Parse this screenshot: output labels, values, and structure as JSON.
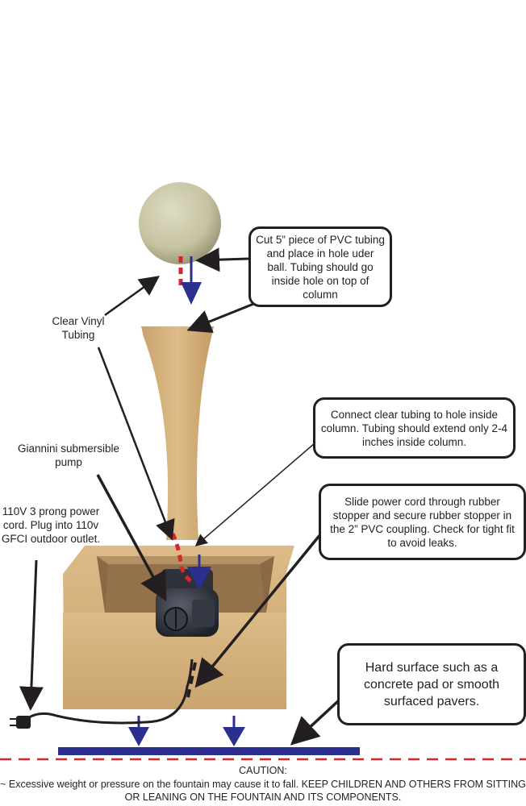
{
  "callouts": {
    "pvc_cut": "Cut 5” piece of PVC tubing and place in hole uder ball. Tubing should go inside hole on top of column",
    "connect_tubing": "Connect clear tubing to hole inside column. Tubing should extend only 2-4 inches inside column.",
    "power_cord_stopper": "Slide power cord through rubber stopper and secure rubber stopper in the 2” PVC coupling. Check for tight fit to avoid leaks.",
    "hard_surface": "Hard surface such as a concrete pad or smooth surfaced pavers."
  },
  "labels": {
    "vinyl_tubing": "Clear Vinyl Tubing",
    "pump": "Giannini submersible pump",
    "power_cord": "110V 3 prong power cord. Plug into 110v GFCI outdoor outlet."
  },
  "caution": {
    "title": "CAUTION:",
    "body": "~ Excessive weight or pressure on the fountain may cause it to fall.  KEEP CHILDREN AND OTHERS FROM SITTING OR LEANING ON THE FOUNTAIN AND ITS COMPONENTS."
  },
  "colors": {
    "stone": "#d9b783",
    "stone_shadow": "#b88f5a",
    "ball": "#c9c6a6",
    "arrow_blue": "#2b2f8f",
    "tube_red": "#d6262f",
    "outline": "#231f20",
    "pump_dark": "#2d3038"
  }
}
